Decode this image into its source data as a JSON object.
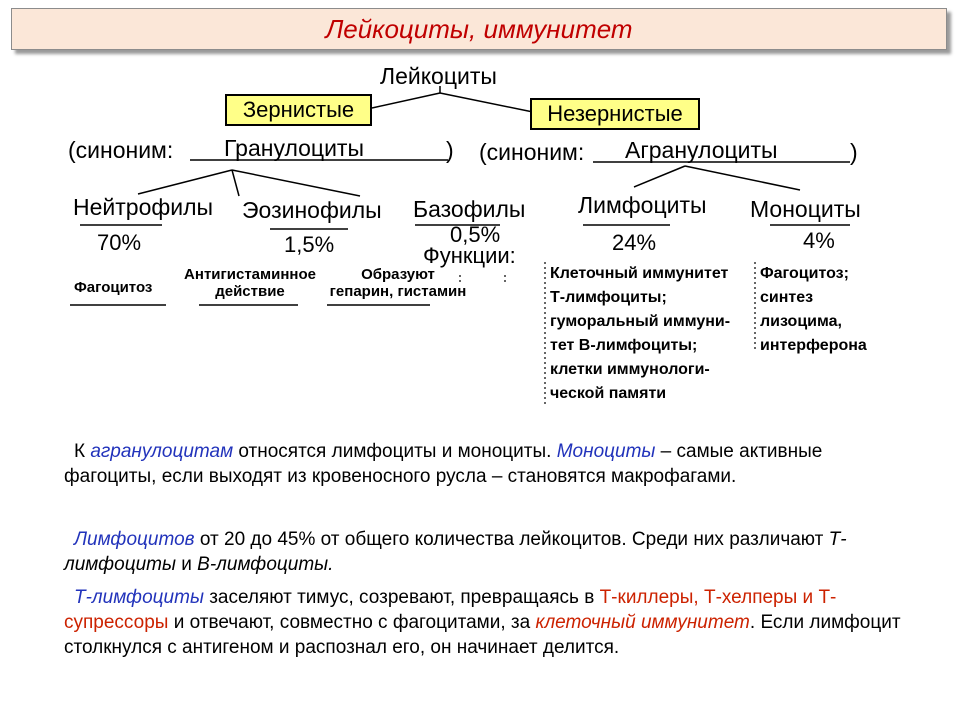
{
  "title": "Лейкоциты, иммунитет",
  "tree": {
    "root": "Лейкоциты",
    "granular": {
      "label": "Зернистые",
      "synonym_prefix": "(синоним:",
      "synonym": "Гранулоциты",
      "synonym_suffix": ")"
    },
    "nongranular": {
      "label": "Незернистые",
      "synonym_prefix": "(синоним:",
      "synonym": "Агранулоциты",
      "synonym_suffix": ")"
    },
    "cells": [
      {
        "name": "Нейтрофилы",
        "percent": "70%",
        "function": "Фагоцитоз"
      },
      {
        "name": "Эозинофилы",
        "percent": "1,5%",
        "function_line1": "Антигистаминное",
        "function_line2": "действие"
      },
      {
        "name": "Базофилы",
        "percent": "0,5%",
        "function_line1": "Образуют",
        "function_line2": "гепарин, гистамин"
      },
      {
        "name": "Лимфоциты",
        "percent": "24%",
        "function_lines": [
          "Клеточный иммунитет",
          "Т-лимфоциты;",
          "гуморальный иммуни-",
          "тет В-лимфоциты;",
          "клетки иммунологи-",
          "ческой памяти"
        ]
      },
      {
        "name": "Моноциты",
        "percent": "4%",
        "function_lines": [
          "Фагоцитоз;",
          "синтез",
          "лизоцима,",
          "интерферона"
        ]
      }
    ],
    "functions_label": "Функции:"
  },
  "text": {
    "p1": {
      "a": "К ",
      "b": "агранулоцитам",
      "c": " относятся лимфоциты и моноциты. ",
      "d": "Моноциты",
      "e": " – самые активные фагоциты, если выходят из кровеносного русла – становятся макрофагами."
    },
    "p2": {
      "a": "Лимфоцитов",
      "b": " от 20 до 45% от общего количества лейкоцитов. Среди них различают ",
      "c": "Т-лимфоциты",
      "d": " и ",
      "e": "В-лимфоциты."
    },
    "p3": {
      "a": "Т-лимфоциты",
      "b": " заселяют тимус, созревают, превращаясь в ",
      "c": "Т-киллеры, Т-хелперы и Т-супрессоры",
      "d": " и отвечают, совместно с фагоцитами, за ",
      "e": "клеточный иммунитет",
      "f": ". Если лимфоцит столкнулся с антигеном и распознал его, он начинает делится."
    }
  }
}
